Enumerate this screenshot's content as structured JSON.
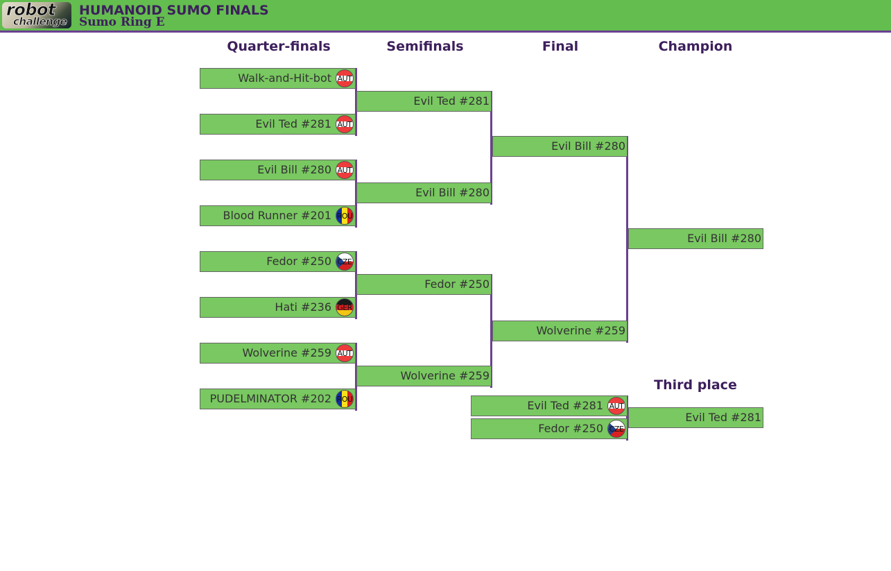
{
  "header": {
    "logo_line1": "robot",
    "logo_line2": "challenge",
    "title": "HUMANOID SUMO FINALS",
    "subtitle": "Sumo Ring E"
  },
  "columns": {
    "quarterfinals": "Quarter-finals",
    "semifinals": "Semifinals",
    "final": "Final",
    "champion": "Champion",
    "third_place": "Third place"
  },
  "quarterfinals": [
    {
      "name": "Walk-and-Hit-bot",
      "country": "AUT"
    },
    {
      "name": "Evil Ted #281",
      "country": "AUT"
    },
    {
      "name": "Evil Bill #280",
      "country": "AUT"
    },
    {
      "name": "Blood Runner #201",
      "country": "ROU"
    },
    {
      "name": "Fedor #250",
      "country": "CZE"
    },
    {
      "name": "Hati #236",
      "country": "GER"
    },
    {
      "name": "Wolverine #259",
      "country": "AUT"
    },
    {
      "name": "PUDELMINATOR #202",
      "country": "ROU"
    }
  ],
  "semifinals": [
    {
      "name": "Evil Ted #281"
    },
    {
      "name": "Evil Bill #280"
    },
    {
      "name": "Fedor #250"
    },
    {
      "name": "Wolverine #259"
    }
  ],
  "final": [
    {
      "name": "Evil Bill #280"
    },
    {
      "name": "Wolverine #259"
    }
  ],
  "champion": {
    "name": "Evil Bill #280"
  },
  "third_place_match": [
    {
      "name": "Evil Ted #281",
      "country": "AUT"
    },
    {
      "name": "Fedor #250",
      "country": "CZE"
    }
  ],
  "third_place": {
    "name": "Evil Ted #281"
  },
  "colors": {
    "header_bg": "#63bd4f",
    "accent_purple": "#6a4190",
    "title_text": "#3d1f5c",
    "entry_bg": "#79c861"
  }
}
